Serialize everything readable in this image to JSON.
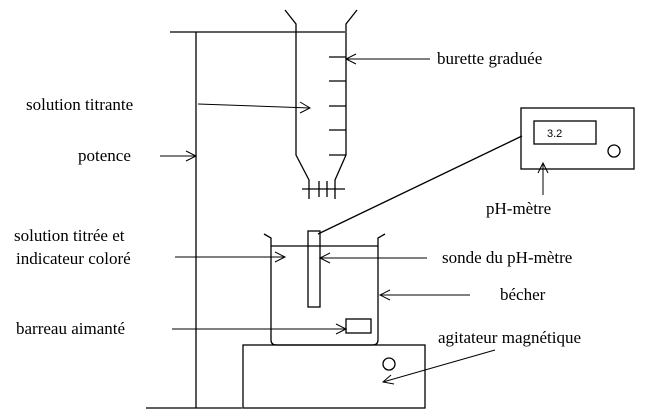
{
  "labels": {
    "burette": "burette graduée",
    "titrant": "solution titrante",
    "stand": "potence",
    "ph_meter": "pH-mètre",
    "titrated_line1": "solution titrée  et",
    "titrated_line2": "indicateur coloré",
    "probe": "sonde du pH-mètre",
    "beaker": "bécher",
    "stir_bar": "barreau aimanté",
    "stirrer": "agitateur magnétique"
  },
  "ph_meter": {
    "reading": "3.2"
  }
}
